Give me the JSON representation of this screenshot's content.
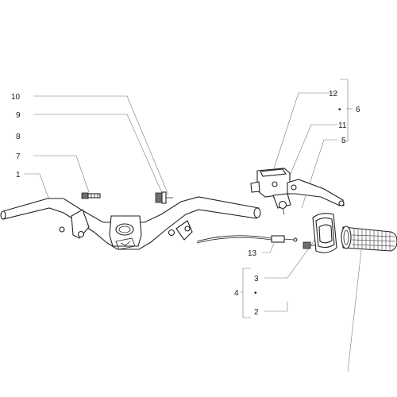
{
  "labels": {
    "l10": "10",
    "l9": "9",
    "l8": "8",
    "l7": "7",
    "l1": "1",
    "l12": "12",
    "l6": "6",
    "l11": "11",
    "l5": "5",
    "l13": "13",
    "l3": "3",
    "l4": "4",
    "l2": "2"
  },
  "colors": {
    "line": "#222222",
    "leader": "#777777",
    "shade": "#6f6f6f",
    "background": "#ffffff"
  },
  "icons": [
    "handlebar",
    "screw",
    "nut",
    "brake-master-cylinder",
    "brake-lever",
    "throttle-housing",
    "throttle-grip",
    "cable"
  ]
}
